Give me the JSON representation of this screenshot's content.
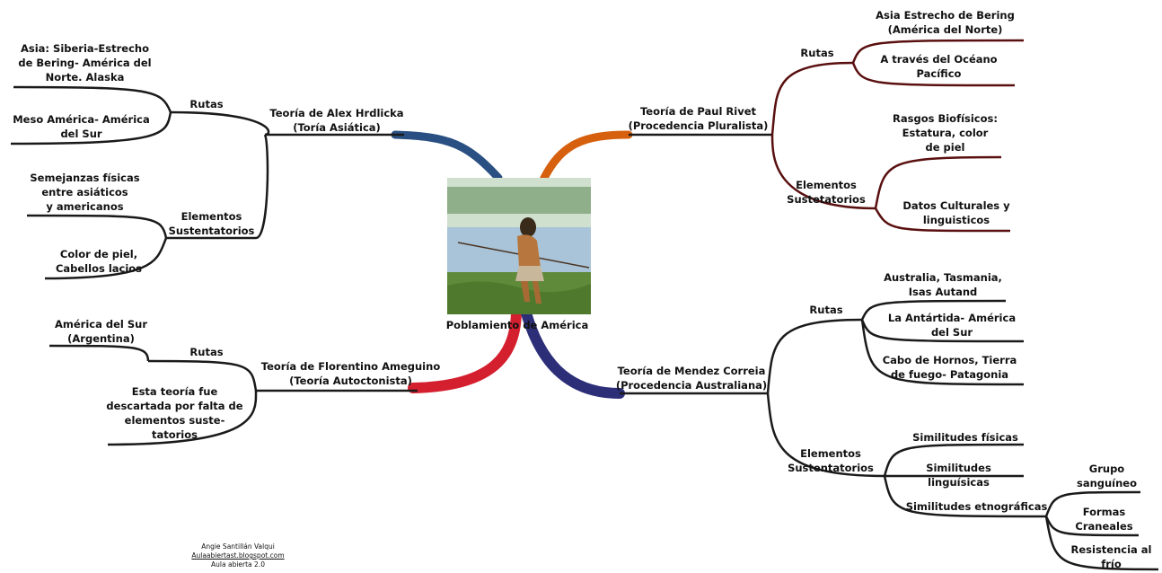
{
  "center": {
    "title": "Poblamiento de América",
    "colors": {
      "blue": "#2a4f82",
      "orange": "#d6600e",
      "red": "#d41f2e",
      "navy": "#2c2e78"
    }
  },
  "hrdlicka": {
    "title": "Teoría de Alex Hrdlicka\n(Toría Asiática)",
    "rutas": "Rutas",
    "ruta_1": "Asia: Siberia-Estrecho\nde Bering- América del\nNorte. Alaska",
    "ruta_2": "Meso América- América\ndel Sur",
    "elementos": "Elementos\nSustentatorios",
    "elem_1": "Semejanzas físicas\nentre asiáticos\ny americanos",
    "elem_2": "Color de piel,\nCabellos lacios"
  },
  "rivet": {
    "title": "Teoría de Paul Rivet\n(Procedencia Pluralista)",
    "rutas": "Rutas",
    "ruta_1": "Asia Estrecho de Bering\n(América del Norte)",
    "ruta_2": "A través del Océano\nPacífico",
    "elementos": "Elementos\nSustetatorios",
    "elem_1": "Rasgos Biofísicos:\nEstatura, color\nde piel",
    "elem_2": "Datos Culturales y\nlinguisticos"
  },
  "ameguino": {
    "title": "Teoría de Florentino Ameguino\n(Teoría Autoctonista)",
    "rutas": "Rutas",
    "ruta_1": "América del Sur\n(Argentina)",
    "ruta_2": "Esta teoría fue\ndescartada por falta de\nelementos suste-\ntatorios"
  },
  "correia": {
    "title": "Teoría de Mendez Correia\n(Procedencia Australiana)",
    "rutas": "Rutas",
    "ruta_1": "Australia, Tasmania,\nIsas Autand",
    "ruta_2": "La Antártida- América\ndel Sur",
    "ruta_3": "Cabo de Hornos, Tierra\nde fuego- Patagonia",
    "elementos": "Elementos\nSustentatorios",
    "elem_1": "Similitudes físicas",
    "elem_2": "Similitudes linguísicas",
    "elem_3": "Similitudes etnográficas",
    "etno_1": "Grupo\nsanguíneo",
    "etno_2": "Formas\nCraneales",
    "etno_3": "Resistencia al\nfrío"
  },
  "credits": {
    "line_1": "Angie Santillán Valqui",
    "line_2": "Aulaabiertast.blogspot.com",
    "line_3": "Aula abierta 2.0"
  }
}
